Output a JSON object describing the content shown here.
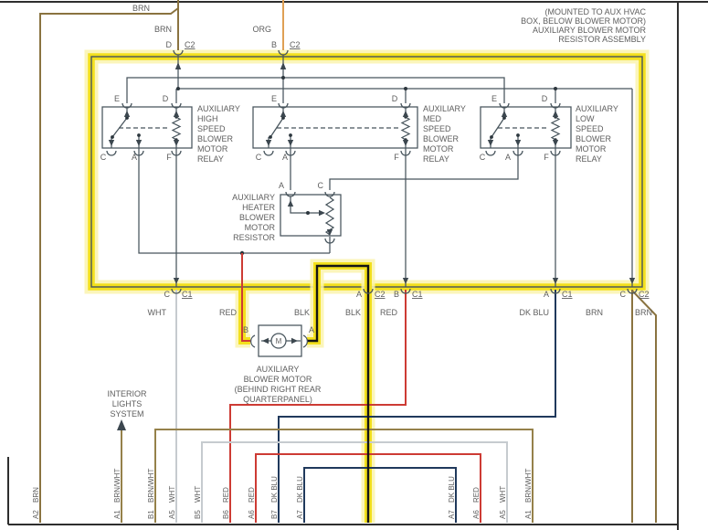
{
  "note_lines": [
    "(MOUNTED TO AUX HVAC",
    "BOX, BELOW BLOWER MOTOR)",
    "AUXILIARY BLOWER MOTOR",
    "RESISTOR ASSEMBLY"
  ],
  "top_labels": {
    "brn_branch": "BRN",
    "brn": "BRN",
    "org": "ORG"
  },
  "top_pins": [
    {
      "name": "D",
      "conn": "C2"
    },
    {
      "name": "B",
      "conn": "C2"
    }
  ],
  "relays": [
    {
      "e": "E",
      "d": "D",
      "c": "C",
      "a": "A",
      "f": "F",
      "caption": [
        "AUXILIARY",
        "HIGH",
        "SPEED",
        "BLOWER",
        "MOTOR",
        "RELAY"
      ]
    },
    {
      "e": "E",
      "d": "D",
      "c": "C",
      "a": "A",
      "f": "F",
      "caption": [
        "AUXILIARY",
        "MED",
        "SPEED",
        "BLOWER",
        "MOTOR",
        "RELAY"
      ]
    },
    {
      "e": "E",
      "d": "D",
      "c": "C",
      "a": "A",
      "f": "F",
      "caption": [
        "AUXILIARY",
        "LOW",
        "SPEED",
        "BLOWER",
        "MOTOR",
        "RELAY"
      ]
    }
  ],
  "resistor": {
    "a": "A",
    "c": "C",
    "caption": [
      "AUXILIARY",
      "HEATER",
      "BLOWER",
      "MOTOR",
      "RESISTOR"
    ]
  },
  "box_pins": [
    {
      "name": "C",
      "conn": "C1"
    },
    {
      "name": "A",
      "conn": "C2"
    },
    {
      "name": "B",
      "conn": "C1"
    },
    {
      "name": "A",
      "conn": "C1"
    },
    {
      "name": "C",
      "conn": "C2"
    }
  ],
  "wire_labels": {
    "wht": "WHT",
    "red_motor": "RED",
    "blk_motor": "BLK",
    "blk_main": "BLK",
    "red_right": "RED",
    "dkblu": "DK BLU",
    "brn_left": "BRN",
    "brn_right": "BRN"
  },
  "motor": {
    "b": "B",
    "a": "A",
    "m": "M",
    "caption": [
      "AUXILIARY",
      "BLOWER MOTOR",
      "(BEHIND RIGHT REAR",
      "QUARTERPANEL)"
    ]
  },
  "interior_lights": [
    "INTERIOR",
    "LIGHTS",
    "SYSTEM"
  ],
  "bottom_terminals": [
    {
      "pin": "A2",
      "color": "BRN"
    },
    {
      "pin": "A1",
      "color": "BRN/WHT"
    },
    {
      "pin": "B1",
      "color": "BRN/WHT"
    },
    {
      "pin": "A5",
      "color": "WHT"
    },
    {
      "pin": "B5",
      "color": "WHT"
    },
    {
      "pin": "B6",
      "color": "RED"
    },
    {
      "pin": "A6",
      "color": "RED"
    },
    {
      "pin": "B7",
      "color": "DK BLU"
    },
    {
      "pin": "A7",
      "color": "DK BLU"
    },
    {
      "pin": "A7",
      "color": "DK BLU"
    },
    {
      "pin": "A6",
      "color": "RED"
    },
    {
      "pin": "A5",
      "color": "WHT"
    },
    {
      "pin": "A1",
      "color": "BRN/WHT"
    }
  ],
  "colors": {
    "highlight": "#f3e01d",
    "highlight_glow": "#faf3ae",
    "box_fill": "#dcebf4",
    "diagram_line": "#47545c",
    "brn": "#8a7340",
    "brn_wht": "#95814a",
    "org": "#dfa054",
    "wht": "#c6cbcf",
    "red": "#cd3b34",
    "blk": "#141414",
    "dk_blu": "#20395c"
  }
}
